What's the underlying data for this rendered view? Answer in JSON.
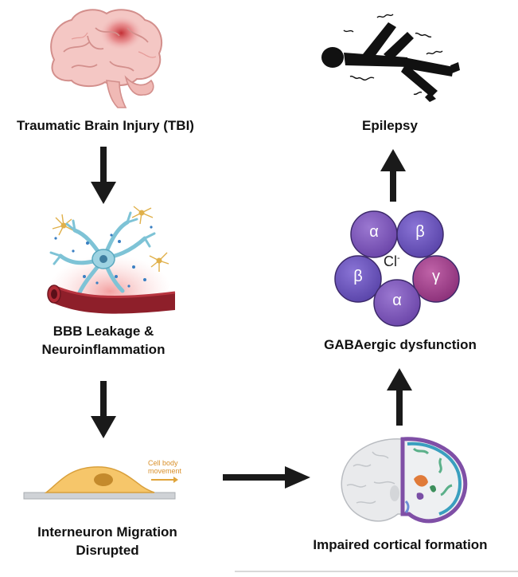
{
  "nodes": {
    "tbi": "Traumatic Brain Injury (TBI)",
    "bbb_line1": "BBB Leakage &",
    "bbb_line2": "Neuroinflammation",
    "migration_line1": "Interneuron Migration",
    "migration_line2": "Disrupted",
    "cortical": "Impaired cortical formation",
    "gaba": "GABAergic dysfunction",
    "epilepsy": "Epilepsy"
  },
  "cell_annotation": {
    "line1": "Cell body",
    "line2": "movement"
  },
  "receptor": {
    "center": "Cl",
    "center_superscript": "-",
    "subunits": [
      "α",
      "β",
      "β",
      "γ",
      "α"
    ]
  },
  "colors": {
    "arrow": "#1a1a1a",
    "alpha_subunit": "#7b4fb0",
    "beta_subunit": "#6a4fb3",
    "gamma_subunit": "#9c3d86",
    "migration_arrow": "#e0a43a",
    "cell_body": "#f6c66a",
    "nucleus": "#c48a2c"
  },
  "icons": [
    "brain-icon",
    "neuron-vessel-icon",
    "migrating-cell-icon",
    "brain-section-icon",
    "gaba-receptor-icon",
    "seizure-person-icon"
  ]
}
